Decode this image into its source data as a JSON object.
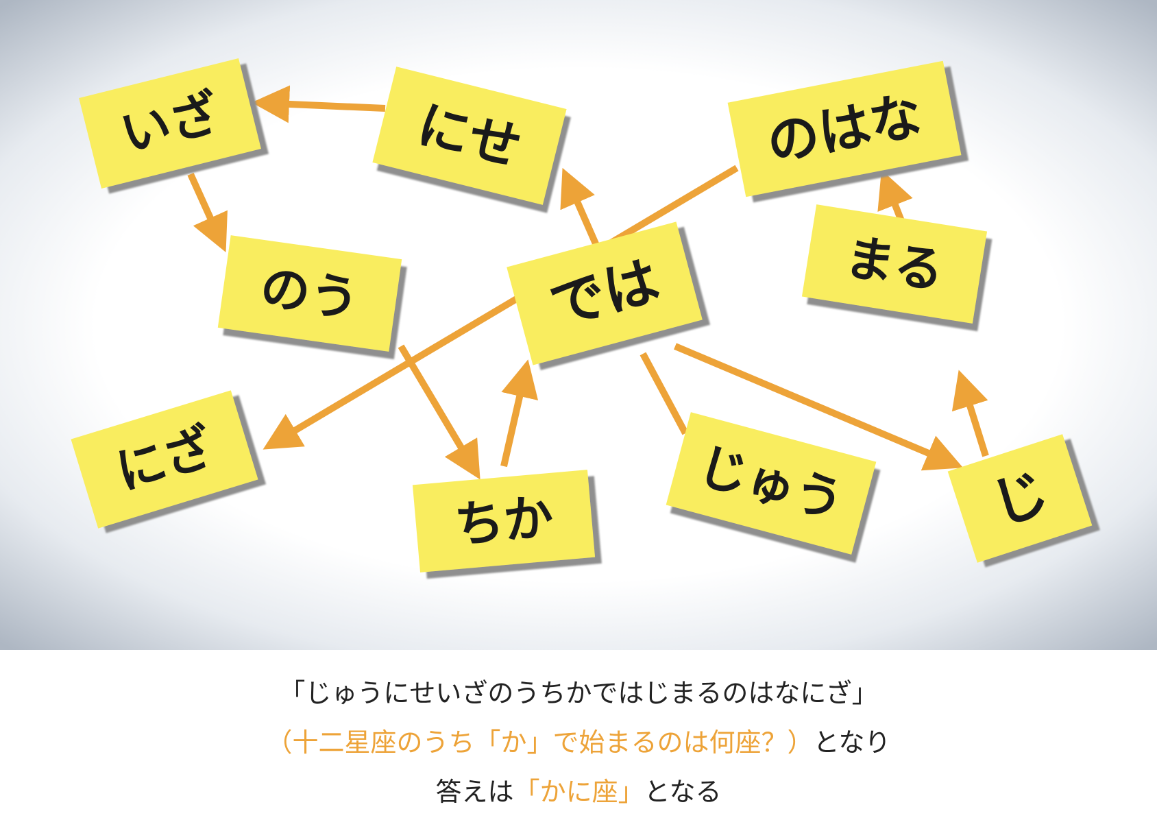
{
  "colors": {
    "note": "#f9ed5e",
    "arrow": "#eda338",
    "ink": "#1a1a1a",
    "highlight": "#eda338"
  },
  "notes": {
    "iza": "いざ",
    "nise": "にせ",
    "nohana": "のはな",
    "nou": "のう",
    "deha": "では",
    "maru": "まる",
    "niza": "にざ",
    "chika": "ちか",
    "juu": "じゅう",
    "ji": "じ"
  },
  "caption": {
    "line1": "「じゅうにせいざのうちかではじまるのはなにざ」",
    "line2_highlight": "（十二星座のうち「か」で始まるのは何座？）",
    "line2_rest": "となり",
    "line3_start": "答えは",
    "line3_highlight": "「かに座」",
    "line3_end": "となる"
  }
}
